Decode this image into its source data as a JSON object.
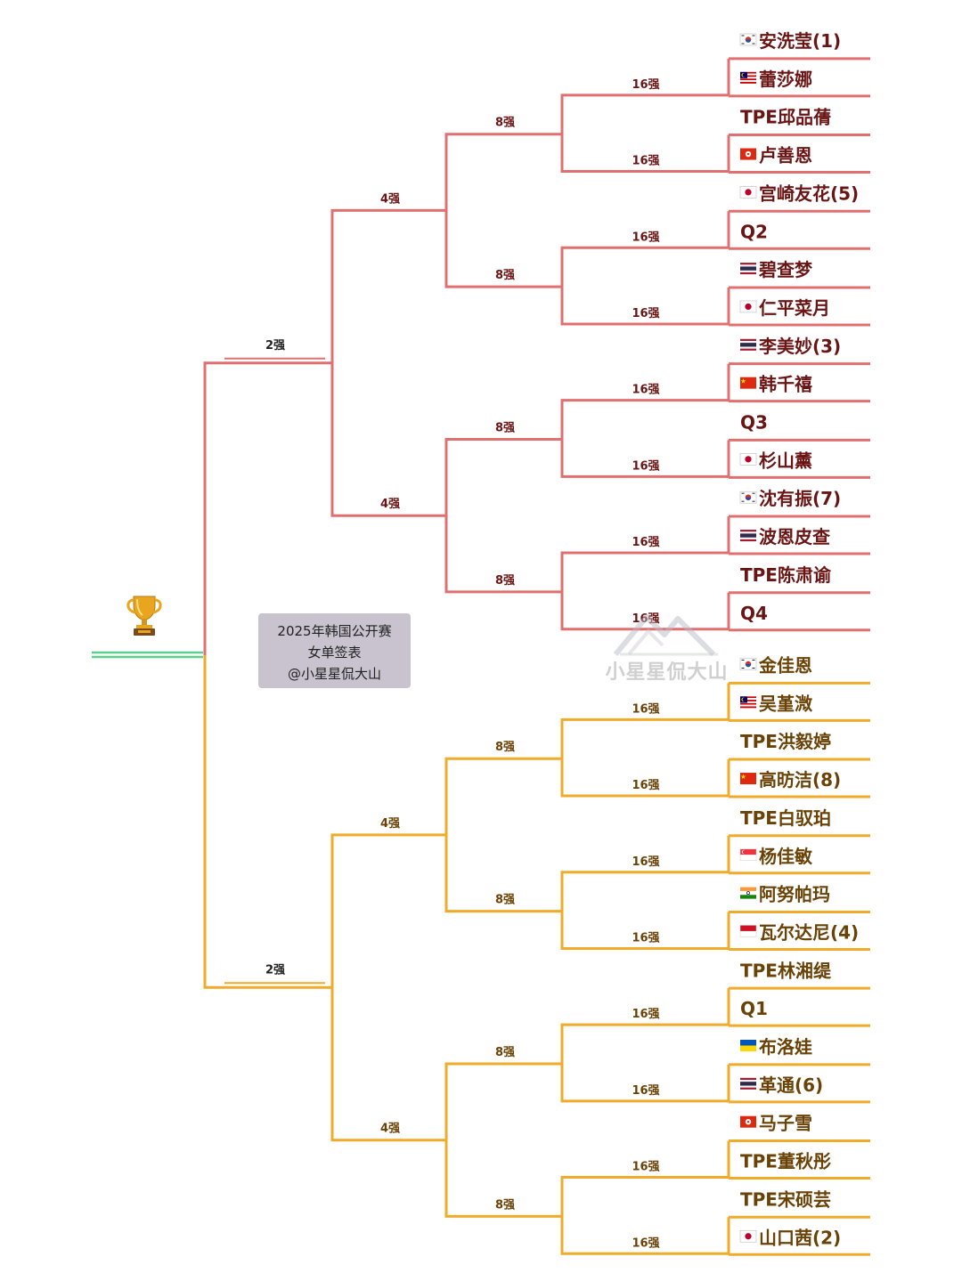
{
  "info_box": {
    "line1": "2025年韩国公开赛",
    "line2": "女单签表",
    "line3": "@小星星侃大山"
  },
  "watermark": "小星星侃大山",
  "round_labels": {
    "r16": "16强",
    "qf": "8强",
    "sf": "4强",
    "final": "2强"
  },
  "colors": {
    "top_half": "#e07070",
    "bottom_half": "#f0ab2a",
    "champion_line": "#5ccf8c",
    "top_text": "#6b1414",
    "bottom_text": "#6a4206"
  },
  "players": [
    {
      "name": "安洗莹(1)",
      "flag": "kor"
    },
    {
      "name": "蕾莎娜",
      "flag": "mys"
    },
    {
      "name": "TPE邱品蒨",
      "flag": ""
    },
    {
      "name": "卢善恩",
      "flag": "hkg"
    },
    {
      "name": "宫崎友花(5)",
      "flag": "jpn"
    },
    {
      "name": "Q2",
      "flag": ""
    },
    {
      "name": "碧查梦",
      "flag": "tha"
    },
    {
      "name": "仁平菜月",
      "flag": "jpn"
    },
    {
      "name": "李美妙(3)",
      "flag": "tha"
    },
    {
      "name": "韩千禧",
      "flag": "chn"
    },
    {
      "name": "Q3",
      "flag": ""
    },
    {
      "name": "杉山薰",
      "flag": "jpn"
    },
    {
      "name": "沈有振(7)",
      "flag": "kor"
    },
    {
      "name": "波恩皮查",
      "flag": "tha"
    },
    {
      "name": "TPE陈肃谕",
      "flag": ""
    },
    {
      "name": "Q4",
      "flag": ""
    },
    {
      "name": "金佳恩",
      "flag": "kor"
    },
    {
      "name": "吴堇溦",
      "flag": "mys"
    },
    {
      "name": "TPE洪毅婷",
      "flag": ""
    },
    {
      "name": "高昉洁(8)",
      "flag": "chn"
    },
    {
      "name": "TPE白驭珀",
      "flag": ""
    },
    {
      "name": "杨佳敏",
      "flag": "sgp"
    },
    {
      "name": "阿努帕玛",
      "flag": "ind"
    },
    {
      "name": "瓦尔达尼(4)",
      "flag": "idn"
    },
    {
      "name": "TPE林湘缇",
      "flag": ""
    },
    {
      "name": "Q1",
      "flag": ""
    },
    {
      "name": "布洛娃",
      "flag": "ukr"
    },
    {
      "name": "革通(6)",
      "flag": "tha"
    },
    {
      "name": "马子雪",
      "flag": "hkg"
    },
    {
      "name": "TPE董秋彤",
      "flag": ""
    },
    {
      "name": "TPE宋硕芸",
      "flag": ""
    },
    {
      "name": "山口茜(2)",
      "flag": "jpn"
    }
  ]
}
